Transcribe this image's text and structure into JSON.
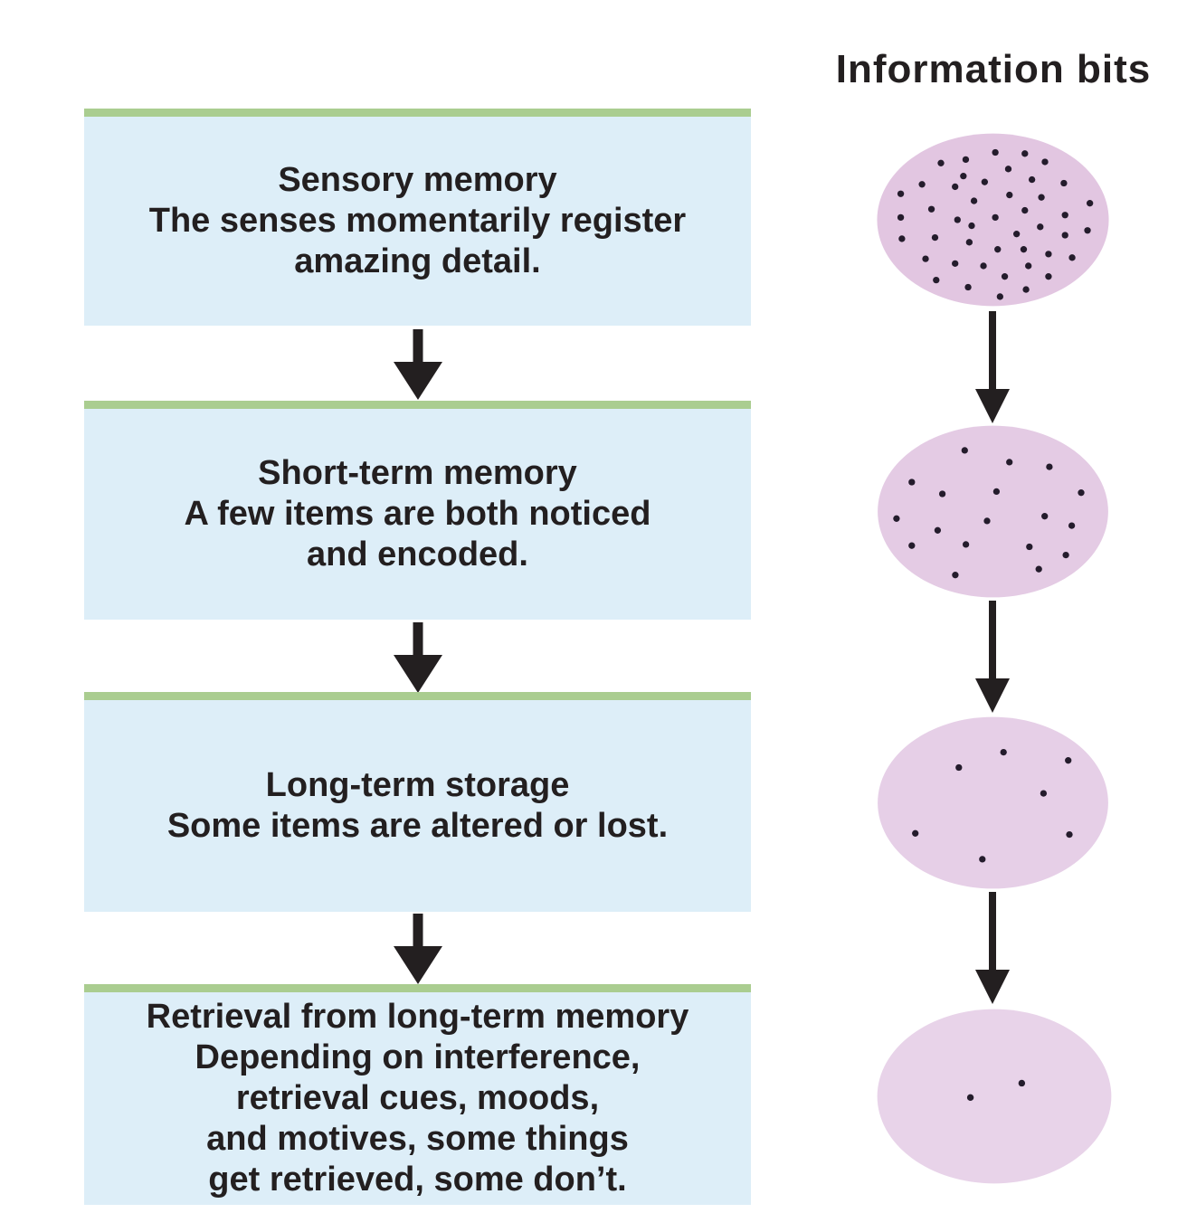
{
  "colors": {
    "background": "#ffffff",
    "box_fill": "#ddeef8",
    "bar": "#aacd90",
    "arrow": "#231f20",
    "text": "#231f20",
    "dot": "#241c2c"
  },
  "stages": [
    {
      "heading": "Sensory memory",
      "body": "The senses momentarily register\namazing detail."
    },
    {
      "heading": "Short-term memory",
      "body": "A few items are both noticed\nand encoded."
    },
    {
      "heading": "Long-term storage",
      "body": "Some items are altered or lost."
    },
    {
      "heading": "Retrieval from long-term memory",
      "body": "Depending on interference,\nretrieval cues, moods,\nand motives, some things\nget retrieved, some don’t."
    }
  ],
  "figure": {
    "title": "Information bits",
    "dot_radius": 2.8,
    "ellipses": [
      {
        "name": "sensory-memory-bits",
        "fill": "#e2c6e1",
        "dot_count": 45,
        "dots": [
          [
            102,
            18
          ],
          [
            127,
            19
          ],
          [
            56,
            27
          ],
          [
            144,
            26
          ],
          [
            77,
            24
          ],
          [
            113,
            32
          ],
          [
            75,
            38
          ],
          [
            68,
            47
          ],
          [
            40,
            45
          ],
          [
            93,
            43
          ],
          [
            133,
            41
          ],
          [
            160,
            44
          ],
          [
            22,
            53
          ],
          [
            114,
            54
          ],
          [
            141,
            56
          ],
          [
            182,
            61
          ],
          [
            48,
            66
          ],
          [
            84,
            59
          ],
          [
            22,
            73
          ],
          [
            70,
            75
          ],
          [
            127,
            67
          ],
          [
            161,
            71
          ],
          [
            102,
            73
          ],
          [
            82,
            80
          ],
          [
            140,
            81
          ],
          [
            180,
            84
          ],
          [
            120,
            87
          ],
          [
            23,
            91
          ],
          [
            51,
            90
          ],
          [
            161,
            88
          ],
          [
            80,
            94
          ],
          [
            104,
            100
          ],
          [
            126,
            100
          ],
          [
            147,
            104
          ],
          [
            167,
            107
          ],
          [
            43,
            108
          ],
          [
            68,
            112
          ],
          [
            92,
            114
          ],
          [
            130,
            114
          ],
          [
            110,
            123
          ],
          [
            52,
            126
          ],
          [
            147,
            123
          ],
          [
            79,
            132
          ],
          [
            128,
            134
          ],
          [
            106,
            140
          ]
        ]
      },
      {
        "name": "short-term-memory-bits",
        "fill": "#e4cbe4",
        "dot_count": 18,
        "dots": [
          [
            76,
            23
          ],
          [
            114,
            33
          ],
          [
            148,
            37
          ],
          [
            31,
            50
          ],
          [
            57,
            60
          ],
          [
            103,
            58
          ],
          [
            175,
            59
          ],
          [
            18,
            81
          ],
          [
            95,
            83
          ],
          [
            144,
            79
          ],
          [
            167,
            87
          ],
          [
            53,
            91
          ],
          [
            31,
            104
          ],
          [
            77,
            103
          ],
          [
            131,
            105
          ],
          [
            162,
            112
          ],
          [
            139,
            124
          ],
          [
            68,
            129
          ]
        ]
      },
      {
        "name": "long-term-storage-bits",
        "fill": "#e6cfe7",
        "dot_count": 7,
        "dots": [
          [
            109,
            32
          ],
          [
            71,
            45
          ],
          [
            164,
            39
          ],
          [
            143,
            67
          ],
          [
            34,
            101
          ],
          [
            165,
            102
          ],
          [
            91,
            123
          ]
        ]
      },
      {
        "name": "retrieval-bits",
        "fill": "#e8d3e9",
        "dot_count": 2,
        "dots": [
          [
            80,
            76
          ],
          [
            123,
            64
          ]
        ]
      }
    ]
  }
}
